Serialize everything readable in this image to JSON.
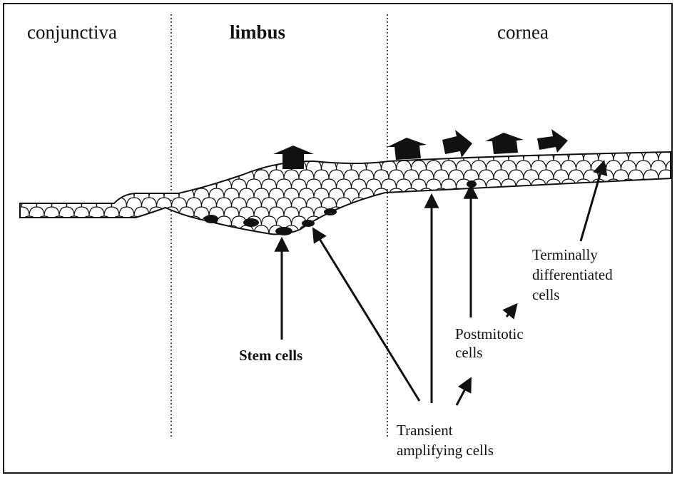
{
  "regions": {
    "conjunctiva": "conjunctiva",
    "limbus": "limbus",
    "cornea": "cornea"
  },
  "labels": {
    "stem_cells": "Stem cells",
    "terminally_line1": "Terminally",
    "terminally_line2": "differentiated",
    "terminally_line3": "cells",
    "postmitotic_line1": "Postmitotic",
    "postmitotic_line2": "cells",
    "transient_line1": "Transient",
    "transient_line2": "amplifying cells"
  },
  "colors": {
    "ink": "#111111",
    "cell_fill": "#ffffff",
    "background": "#ffffff"
  }
}
